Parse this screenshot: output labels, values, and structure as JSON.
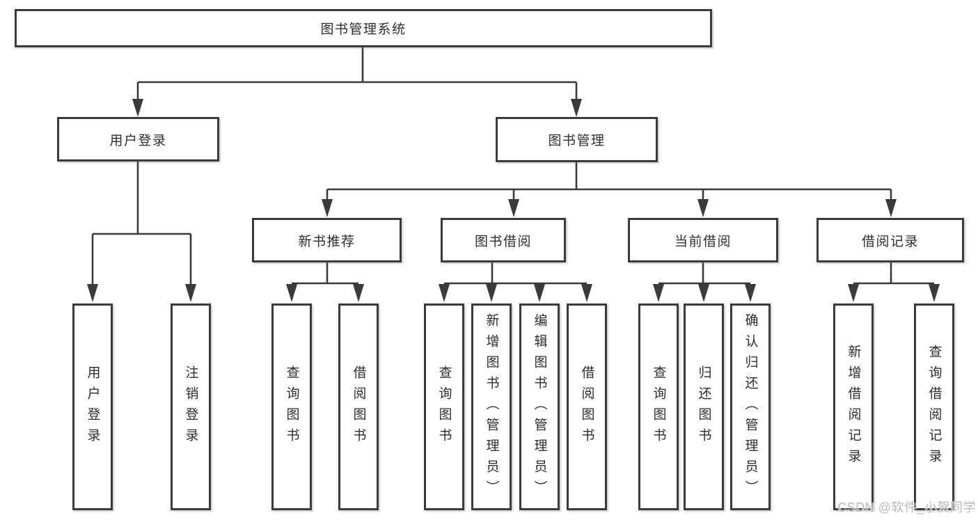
{
  "tree": {
    "root": {
      "label": "图书管理系统"
    },
    "branches": [
      {
        "label": "用户登录",
        "children": [
          {
            "label": "用户登录"
          },
          {
            "label": "注销登录"
          }
        ]
      },
      {
        "label": "图书管理",
        "children": [
          {
            "label": "新书推荐",
            "children": [
              {
                "label": "查询图书"
              },
              {
                "label": "借阅图书"
              }
            ]
          },
          {
            "label": "图书借阅",
            "children": [
              {
                "label": "查询图书"
              },
              {
                "label": "新增图书（管理员）"
              },
              {
                "label": "编辑图书（管理员）"
              },
              {
                "label": "借阅图书"
              }
            ]
          },
          {
            "label": "当前借阅",
            "children": [
              {
                "label": "查询图书"
              },
              {
                "label": "归还图书"
              },
              {
                "label": "确认归还（管理员）"
              }
            ]
          },
          {
            "label": "借阅记录",
            "children": [
              {
                "label": "新增借阅记录"
              },
              {
                "label": "查询借阅记录"
              }
            ]
          }
        ]
      }
    ]
  },
  "watermark": {
    "text": "CSDN @软件_小贺同学"
  },
  "colors": {
    "line": "#3a3a3a",
    "box_border": "#3b3b3b",
    "text": "#2d2d2d",
    "watermark": "#b9b9b9",
    "background": "#ffffff"
  }
}
